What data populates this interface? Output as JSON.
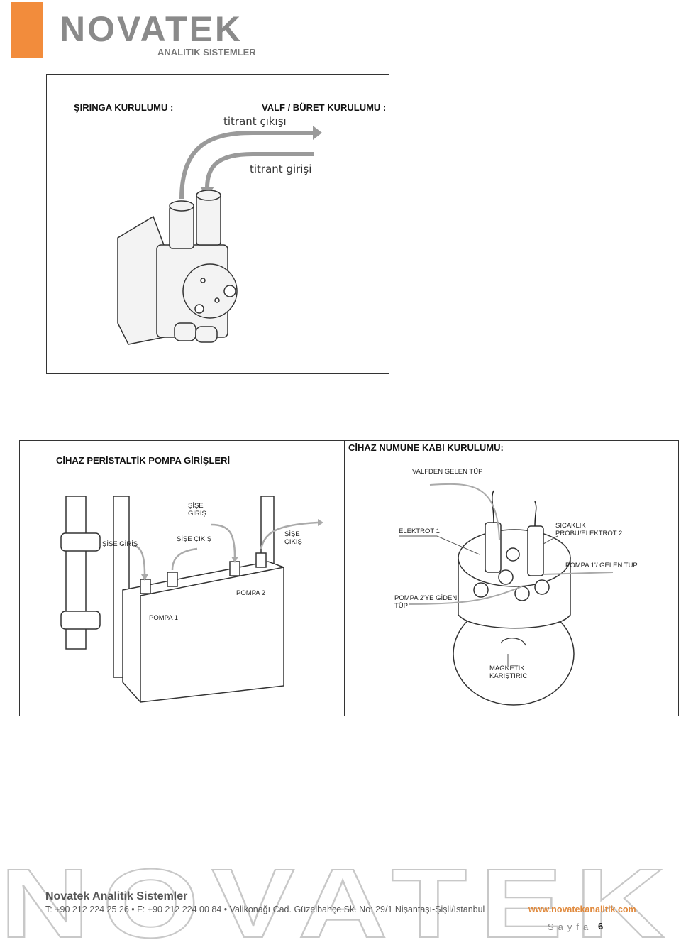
{
  "brand": {
    "logo_main": "NOVATEK",
    "logo_sub": "ANALITIK SISTEMLER",
    "accent": "#f28c3c"
  },
  "section1": {
    "syringe_heading": "ŞIRINGA KURULUMU :",
    "valve_heading": "VALF / BÜRET KURULUMU :",
    "titrant_out": "titrant çıkışı",
    "titrant_in": "titrant girişi"
  },
  "section2": {
    "pump_heading": "CİHAZ PERİSTALTİK POMPA GİRİŞLERİ",
    "sample_heading": "CİHAZ NUMUNE KABI KURULUMU:",
    "pump_labels": {
      "bottle_in_top": "ŞİŞE\nGİRİŞ",
      "bottle_in": "ŞİŞE GİRİŞ",
      "bottle_out": "ŞİŞE ÇIKIŞ",
      "bottle_out_right": "ŞİŞE\nÇIKIŞ",
      "pump1": "POMPA 1",
      "pump2": "POMPA 2"
    },
    "vessel_labels": {
      "from_valve": "VALFDEN GELEN TÜP",
      "electrode1": "ELEKTROT 1",
      "temp_probe": "SICAKLIK\nPROBU/ELEKTROT 2",
      "from_pump1": "POMPA 1'/ GELEN TÜP",
      "to_pump2": "POMPA 2'YE GİDEN\nTÜP",
      "stirrer": "MAGNETİK\nKARIŞTIRICI"
    }
  },
  "footer": {
    "company": "Novatek Analitik Sistemler",
    "address": "T: +90 212 224 25 26 • F: +90 212 224 00 84 • Valikonağı Cad. Güzelbahçe Sk. No: 29/1 Nişantaşı-Şişli/İstanbul",
    "website": "www.novatekanalitik.com",
    "page_word": "Sayfa",
    "page_number": "6"
  }
}
